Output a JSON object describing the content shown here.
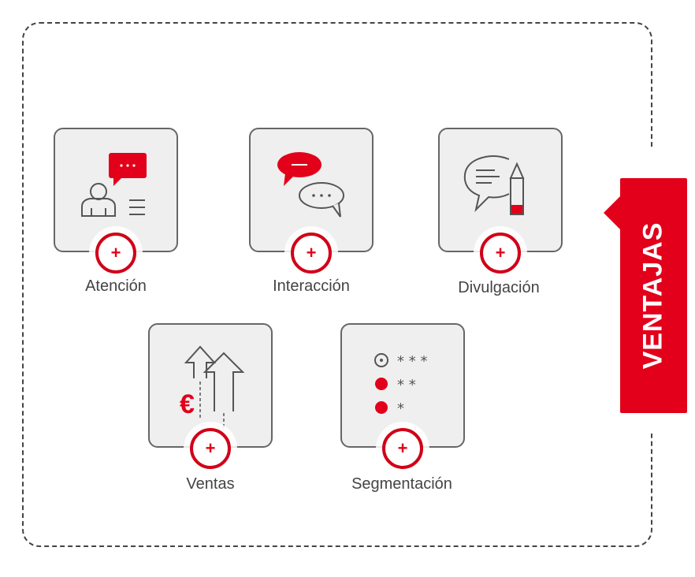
{
  "banner": {
    "title": "VENTAJAS"
  },
  "colors": {
    "accent": "#e2001a",
    "card_bg": "#efefef",
    "text": "#444444"
  },
  "items": [
    {
      "label": "Atención",
      "icon": "person-chat-icon",
      "button": "+"
    },
    {
      "label": "Interacción",
      "icon": "conversation-bubbles-icon",
      "button": "+"
    },
    {
      "label": "Divulgación",
      "icon": "speech-bubble-pencil-icon",
      "button": "+"
    },
    {
      "label": "Ventas",
      "icon": "euro-growth-arrows-icon",
      "button": "+"
    },
    {
      "label": "Segmentación",
      "icon": "rating-segments-icon",
      "button": "+"
    }
  ]
}
